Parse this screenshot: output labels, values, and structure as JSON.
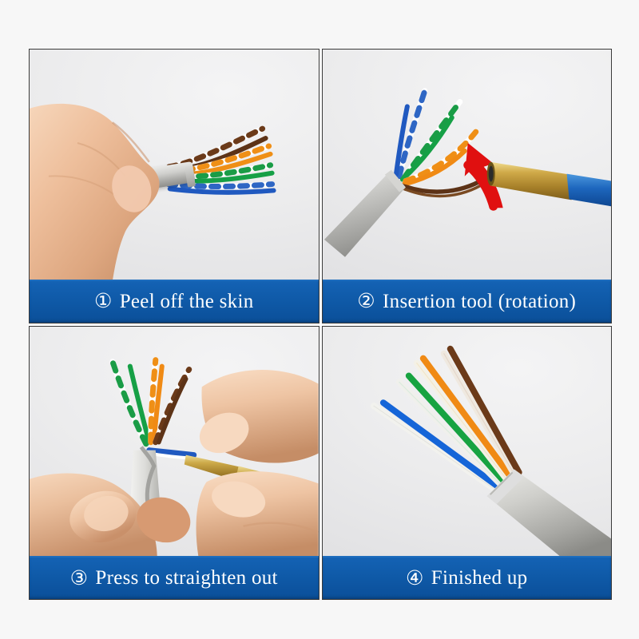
{
  "page": {
    "background_color": "#f7f7f7",
    "accent_color": "#0f5aa8",
    "layout": "2x2 instructional photo grid"
  },
  "panels": [
    {
      "id": "panel-1",
      "number": "①",
      "caption": "Peel off the skin",
      "photo": {
        "alt": "hand holding grey network cable with jacket stripped exposing twisted pairs",
        "subjects": [
          "hand",
          "grey-cable-sheath",
          "twisted-pair-wires"
        ],
        "wire_colors": [
          "#2e66c4",
          "#1a9c46",
          "#ef8f16",
          "#6b3a19"
        ]
      }
    },
    {
      "id": "panel-2",
      "number": "②",
      "caption": "Insertion tool (rotation)",
      "photo": {
        "alt": "grey cable with fanned wires and brass insertion tool with blue handle, red rotation arrow",
        "subjects": [
          "grey-cable-sheath",
          "fanned-wires",
          "red-arrow",
          "brass-tool-tip",
          "blue-tool-handle"
        ],
        "wire_colors": [
          "#2e66c4",
          "#1a9c46",
          "#ef8f16",
          "#5d3317"
        ],
        "arrow_color": "#e01010",
        "tool_colors": [
          "#c9a545",
          "#1d66bd"
        ]
      }
    },
    {
      "id": "panel-3",
      "number": "③",
      "caption": "Press to straighten out",
      "photo": {
        "alt": "two hands, left holding stripped cable with splayed wires, right holding brass tool",
        "subjects": [
          "left-hand",
          "right-hand",
          "grey-cable-sheath",
          "splayed-wires",
          "brass-tool-tip",
          "blue-tool-handle"
        ],
        "wire_colors": [
          "#1a9c46",
          "#ef8f16",
          "#6b3a19",
          "#2e66c4"
        ]
      }
    },
    {
      "id": "panel-4",
      "number": "④",
      "caption": "Finished up",
      "photo": {
        "alt": "grey cable with eight straightened wires fanned out",
        "subjects": [
          "grey-cable-sheath",
          "eight-straight-wires"
        ],
        "wire_colors": [
          "#f2f2ee",
          "#1565d8",
          "#f0f0ec",
          "#17a341",
          "#f4f1e6",
          "#f08a14",
          "#efe9e0",
          "#6b3a19"
        ]
      }
    }
  ]
}
